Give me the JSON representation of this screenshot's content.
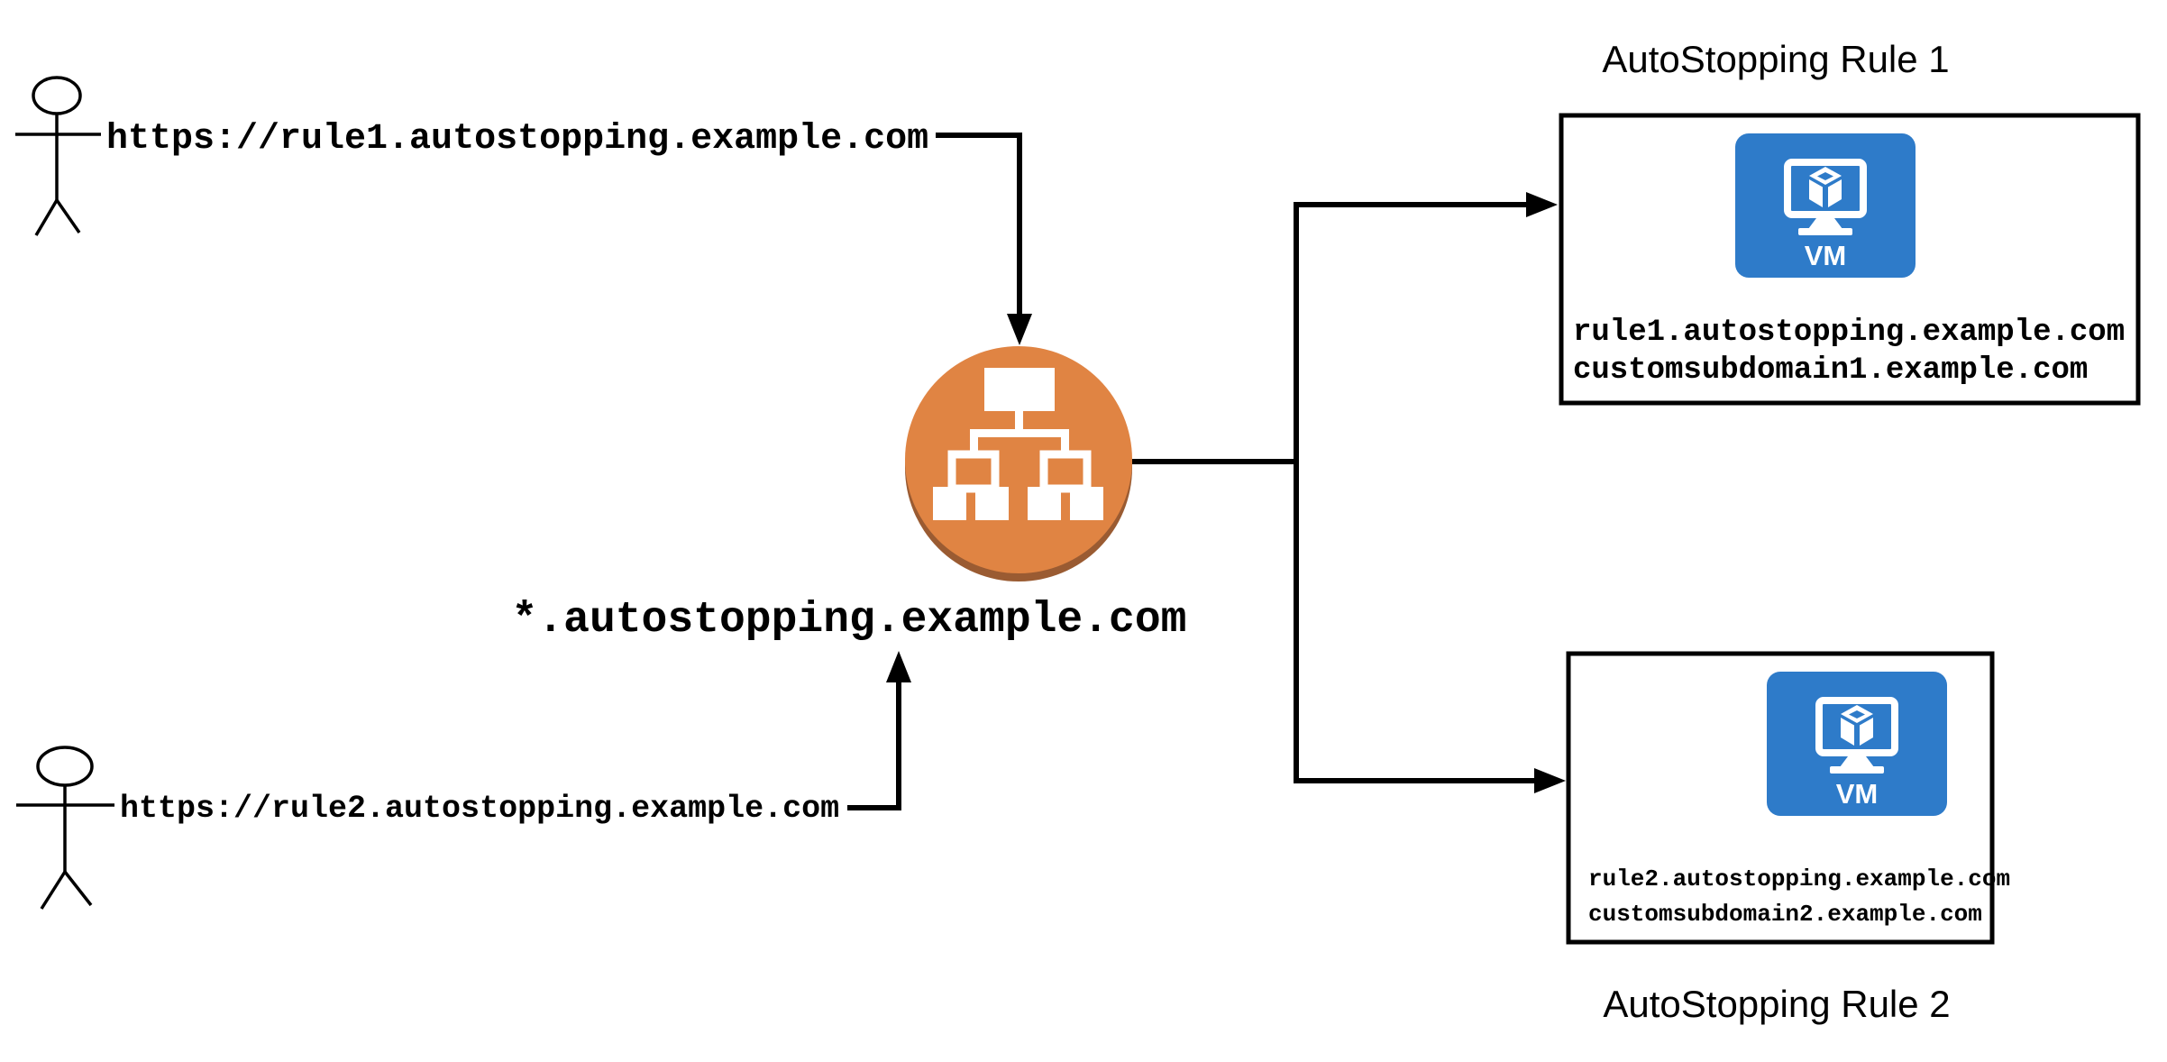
{
  "diagram": {
    "description": "AutoStopping wildcard DNS routing diagram",
    "users": [
      {
        "id": "user-1",
        "icon": "stick-figure-person-icon",
        "url": "https://rule1.autostopping.example.com"
      },
      {
        "id": "user-2",
        "icon": "stick-figure-person-icon",
        "url": "https://rule2.autostopping.example.com"
      }
    ],
    "dns": {
      "icon": "sitemap-hierarchy-icon",
      "wildcard_domain": "*.autostopping.example.com",
      "circle_color": "#E08443",
      "circle_shadow_color": "#9A5B32",
      "glyph_color": "#ffffff"
    },
    "rules": [
      {
        "title": "AutoStopping Rule 1",
        "title_position": "above-box",
        "vm_label": "VM",
        "icon": "vm-monitor-cube-icon",
        "domains": [
          "rule1.autostopping.example.com",
          "customsubdomain1.example.com"
        ]
      },
      {
        "title": "AutoStopping Rule 2",
        "title_position": "below-box",
        "vm_label": "VM",
        "icon": "vm-monitor-cube-icon",
        "domains": [
          "rule2.autostopping.example.com",
          "customsubdomain2.example.com"
        ]
      }
    ],
    "colors": {
      "vm_icon_blue": "#2E7BC9",
      "line_black": "#000000",
      "background": "#ffffff"
    }
  }
}
